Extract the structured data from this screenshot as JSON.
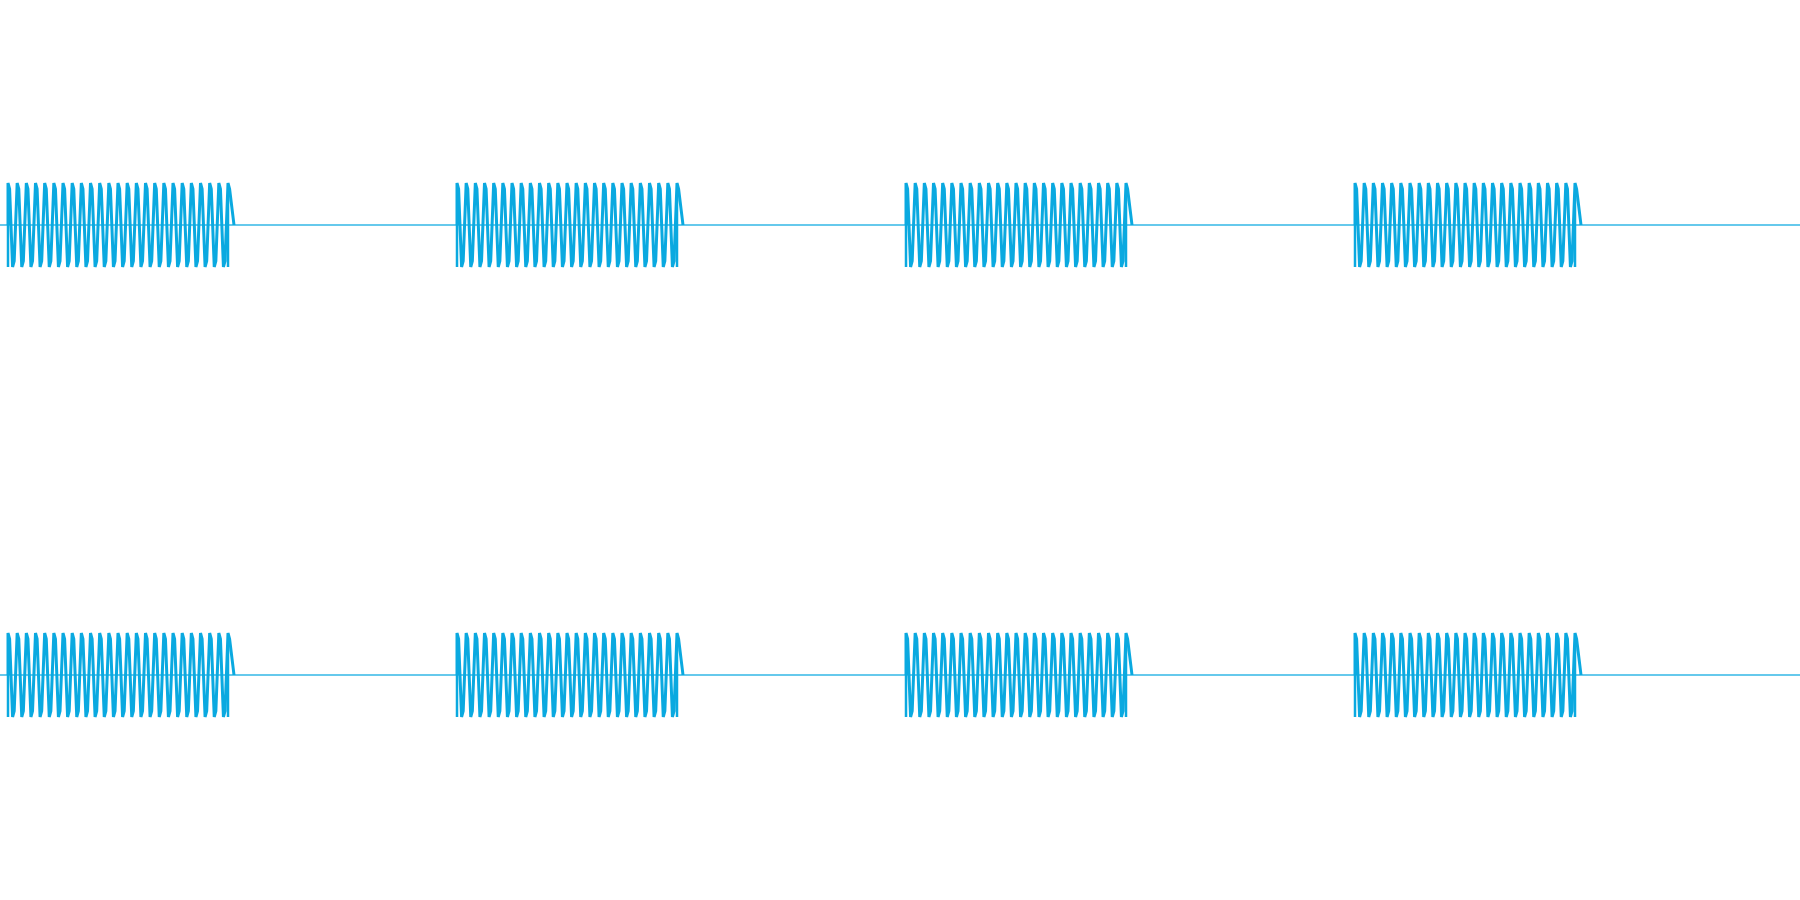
{
  "colors": {
    "background": "#ffffff",
    "waveform": "#0aa9e0"
  },
  "waveform": {
    "channels": [
      {
        "channel": 1,
        "bursts": 4
      },
      {
        "channel": 2,
        "bursts": 4
      }
    ],
    "cycles_per_burst": 24
  }
}
